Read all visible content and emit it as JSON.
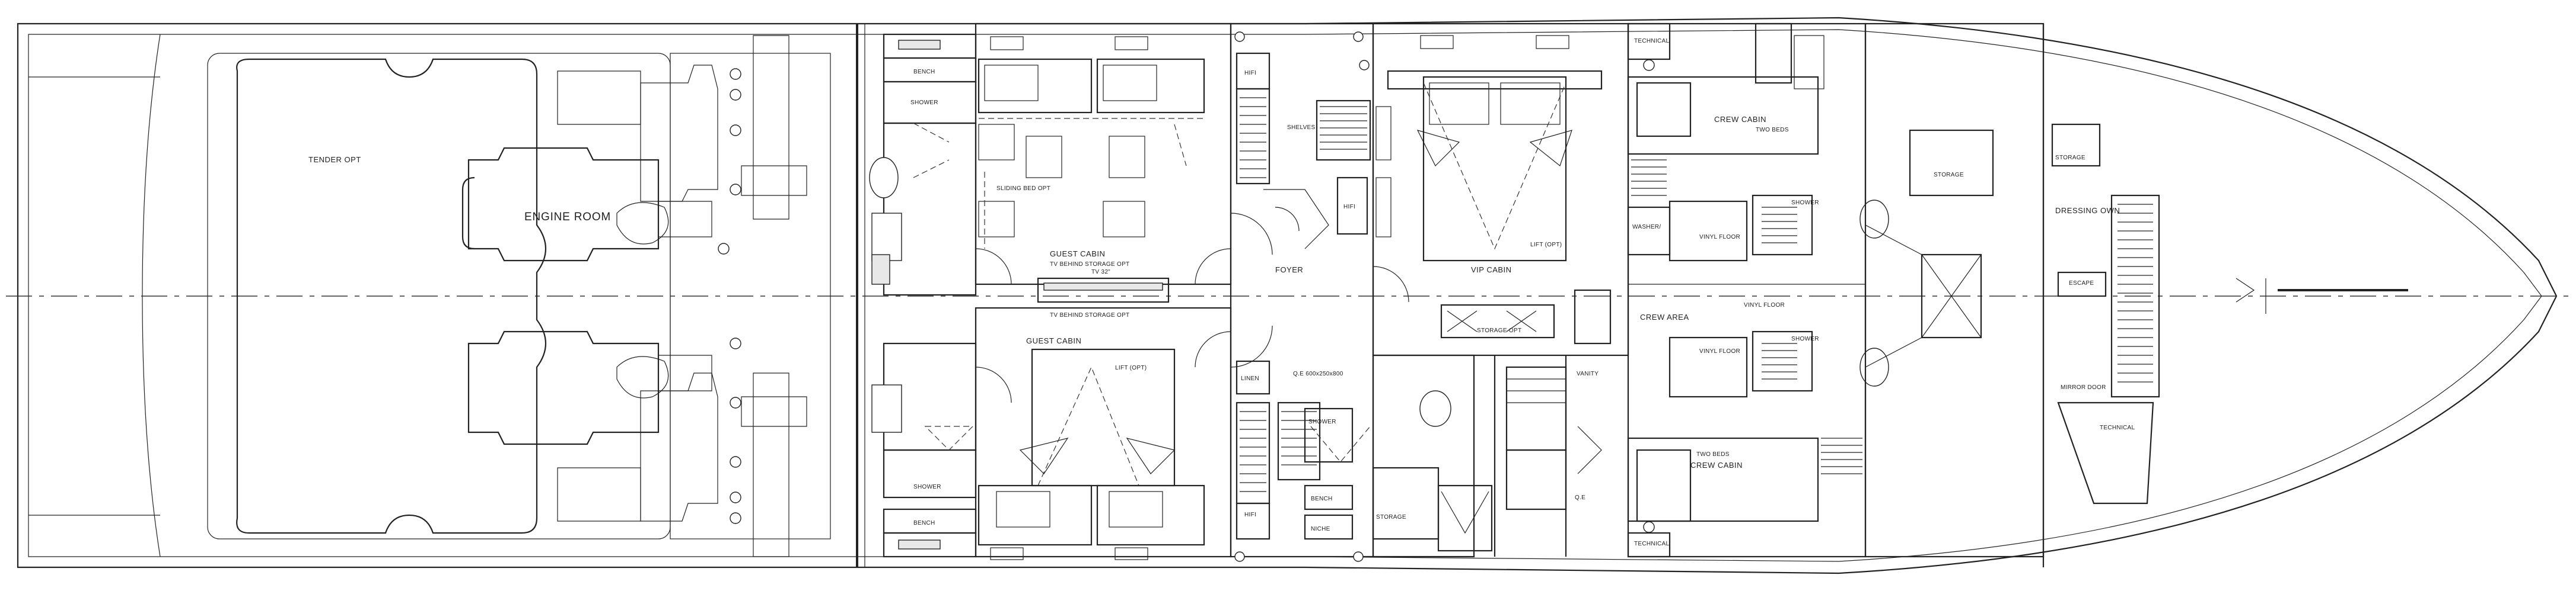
{
  "plan": {
    "labels": {
      "tender_opt": "TENDER OPT",
      "engine_room": "ENGINE ROOM",
      "bench": "BENCH",
      "shower": "SHOWER",
      "sliding_bed_opt": "SLIDING BED OPT",
      "guest_cabin_top": "GUEST CABIN",
      "tv_behind_storage_opt": "TV BEHIND STORAGE OPT",
      "tv_32": "TV 32\"",
      "tv_behind_storage_opt_2": "TV BEHIND STORAGE OPT",
      "guest_cabin_bottom": "GUEST CABIN",
      "lift_opt": "LIFT (OPT)",
      "hifi": "HIFI",
      "shelves": "SHELVES",
      "foyer": "FOYER",
      "linen": "LINEN",
      "qe_size": "Q.E 600x250x800",
      "niche": "NICHE",
      "storage": "STORAGE",
      "vip_cabin": "VIP CABIN",
      "lift_opt_vip": "LIFT (OPT)",
      "storage_opt": "STORAGE OPT",
      "vanity": "VANITY",
      "technical": "TECHNICAL",
      "crew_cabin": "CREW CABIN",
      "two_beds": "TWO BEDS",
      "washer": "WASHER/",
      "vinyl_floor": "VINYL FLOOR",
      "crew_area": "CREW AREA",
      "qe": "Q.E",
      "dressing_own": "DRESSING OWN",
      "escape": "ESCAPE",
      "mirror_door": "MIRROR DOOR"
    }
  }
}
